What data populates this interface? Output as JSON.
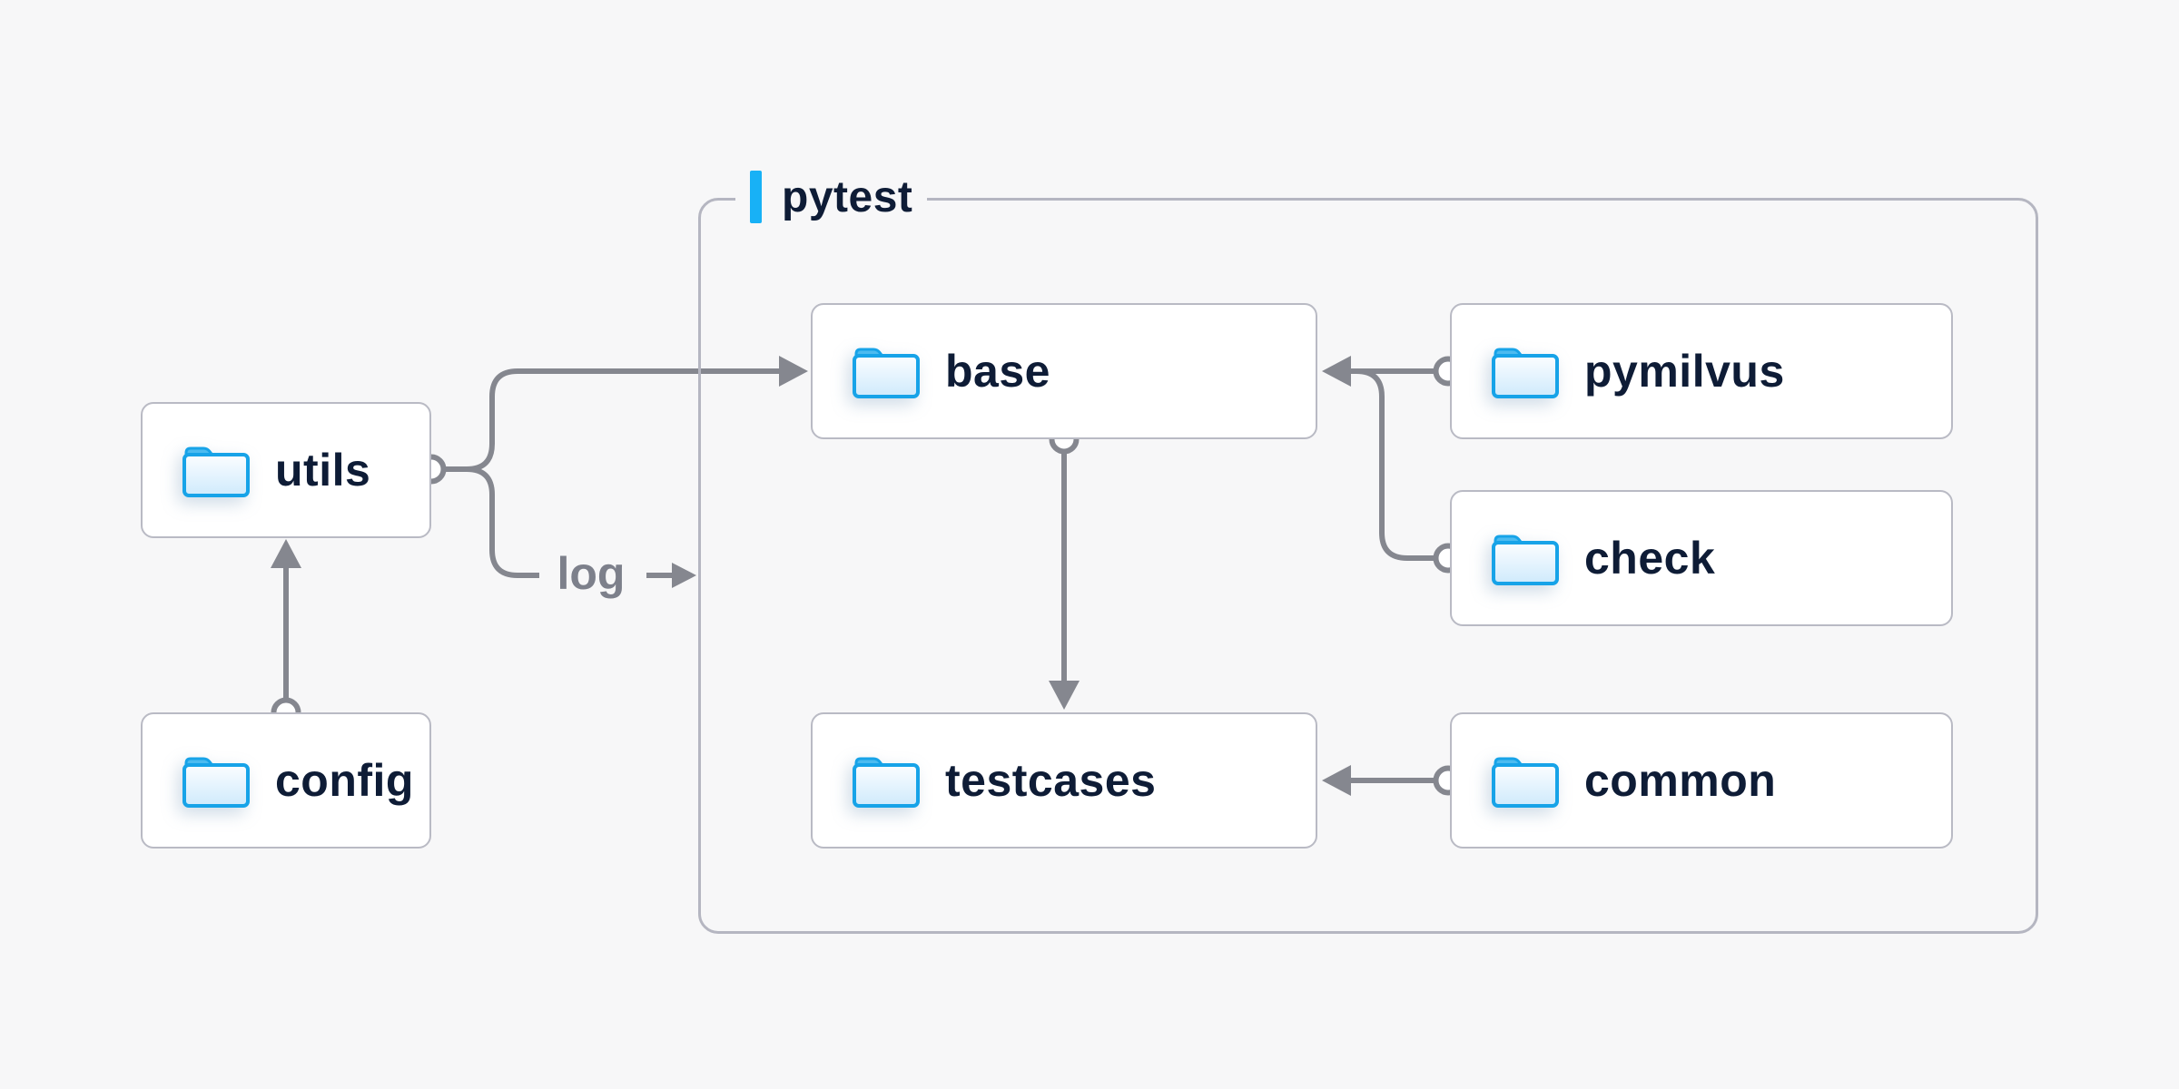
{
  "diagram": {
    "group": {
      "label": "pytest"
    },
    "nodes": [
      {
        "id": "utils",
        "label": "utils",
        "icon": "folder-icon",
        "inside_group": false
      },
      {
        "id": "config",
        "label": "config",
        "icon": "folder-icon",
        "inside_group": false
      },
      {
        "id": "base",
        "label": "base",
        "icon": "folder-icon",
        "inside_group": true
      },
      {
        "id": "testcases",
        "label": "testcases",
        "icon": "folder-icon",
        "inside_group": true
      },
      {
        "id": "pymilvus",
        "label": "pymilvus",
        "icon": "folder-icon",
        "inside_group": false
      },
      {
        "id": "check",
        "label": "check",
        "icon": "folder-icon",
        "inside_group": false
      },
      {
        "id": "common",
        "label": "common",
        "icon": "folder-icon",
        "inside_group": false
      }
    ],
    "edges": [
      {
        "from": "config",
        "to": "utils",
        "label": ""
      },
      {
        "from": "utils",
        "to": "base",
        "label": ""
      },
      {
        "from": "utils",
        "to": "pytest",
        "label": "log"
      },
      {
        "from": "pymilvus",
        "to": "base",
        "label": ""
      },
      {
        "from": "check",
        "to": "base",
        "label": ""
      },
      {
        "from": "base",
        "to": "testcases",
        "label": ""
      },
      {
        "from": "common",
        "to": "testcases",
        "label": ""
      }
    ],
    "edge_labels": {
      "log": "log"
    },
    "colors": {
      "background": "#f7f7f8",
      "node_fill": "#ffffff",
      "node_border": "#b9bac4",
      "group_border": "#b5b6c1",
      "connector": "#85878f",
      "node_text": "#0e1c36",
      "edge_label_text": "#7d808b",
      "accent_bar": "#18b1f6",
      "folder_outline": "#17a3e8",
      "folder_tab": "#4cbbf0",
      "folder_body": "#d9eefc"
    }
  }
}
